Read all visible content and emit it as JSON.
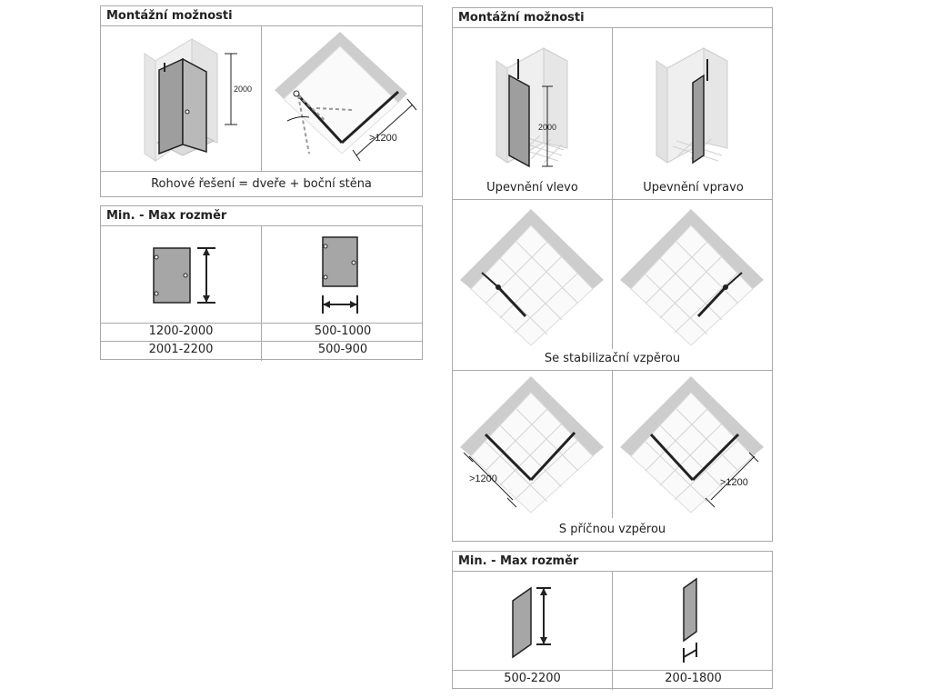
{
  "left": {
    "mounting": {
      "title": "Montážní možnosti",
      "height_label": "2000",
      "width_label": ">1200",
      "caption": "Rohové řešení = dveře + boční stěna"
    },
    "sizes": {
      "title": "Min. - Max rozměr",
      "rows": [
        [
          "1200-2000",
          "500-1000"
        ],
        [
          "2001-2200",
          "500-900"
        ]
      ]
    }
  },
  "right": {
    "mounting": {
      "title": "Montážní možnosti",
      "height_label": "2000",
      "left_caption": "Upevnění vlevo",
      "right_caption": "Upevnění vpravo",
      "stabilizer_caption": "Se stabilizační vzpěrou",
      "cross_caption": "S příčnou vzpěrou",
      "cross_left_label": ">1200",
      "cross_right_label": ">1200"
    },
    "sizes": {
      "title": "Min. - Max rozměr",
      "values": [
        "500-2200",
        "200-1800"
      ]
    }
  }
}
